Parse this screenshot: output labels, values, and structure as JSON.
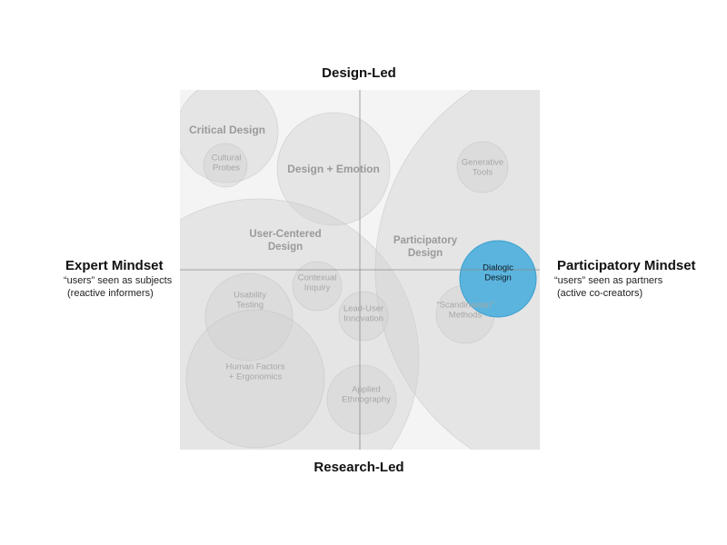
{
  "axes": {
    "top": "Design-Led",
    "bottom": "Research-Led",
    "left": {
      "title": "Expert Mindset",
      "sub1": "“users” seen as subjects",
      "sub2": "(reactive informers)"
    },
    "right": {
      "title": "Participatory Mindset",
      "sub1": "“users” seen as partners",
      "sub2": "(active co-creators)"
    }
  },
  "regions": [
    {
      "id": "critical-design",
      "lines": [
        "Critical Design"
      ]
    },
    {
      "id": "design-emotion",
      "lines": [
        "Design + Emotion"
      ]
    },
    {
      "id": "user-centered-design",
      "lines": [
        "User-Centered",
        "Design"
      ]
    },
    {
      "id": "participatory-design",
      "lines": [
        "Participatory",
        "Design"
      ]
    }
  ],
  "methods": [
    {
      "id": "cultural-probes",
      "lines": [
        "Cultural",
        "Probes"
      ]
    },
    {
      "id": "generative-tools",
      "lines": [
        "Generative",
        "Tools"
      ]
    },
    {
      "id": "contextual-inquiry",
      "lines": [
        "Contexual",
        "Inquiry"
      ]
    },
    {
      "id": "usability-testing",
      "lines": [
        "Usability",
        "Testing"
      ]
    },
    {
      "id": "lead-user-innovation",
      "lines": [
        "Lead-User",
        "Innovation"
      ]
    },
    {
      "id": "scandinavian-methods",
      "lines": [
        "“Scandinavian”",
        "Methods"
      ]
    },
    {
      "id": "human-factors",
      "lines": [
        "Human Factors",
        "+ Ergonomics"
      ]
    },
    {
      "id": "applied-ethnography",
      "lines": [
        "Applied",
        "Ethnography"
      ]
    },
    {
      "id": "dialogic-design",
      "lines": [
        "Dialogic",
        "Design"
      ],
      "highlight": true
    }
  ],
  "colors": {
    "background": "#ffffff",
    "quadrant": "#f4f4f4",
    "bubble": "#cfcfcf",
    "bubble_stroke": "#bdbdbd",
    "bubble_text": "#a7a7a7",
    "region_text": "#9a9a9a",
    "highlight": "#5bb4dd",
    "highlight_stroke": "#3a9fcf",
    "highlight_text": "#0b1a24",
    "axis_line": "#8a8a8a"
  }
}
